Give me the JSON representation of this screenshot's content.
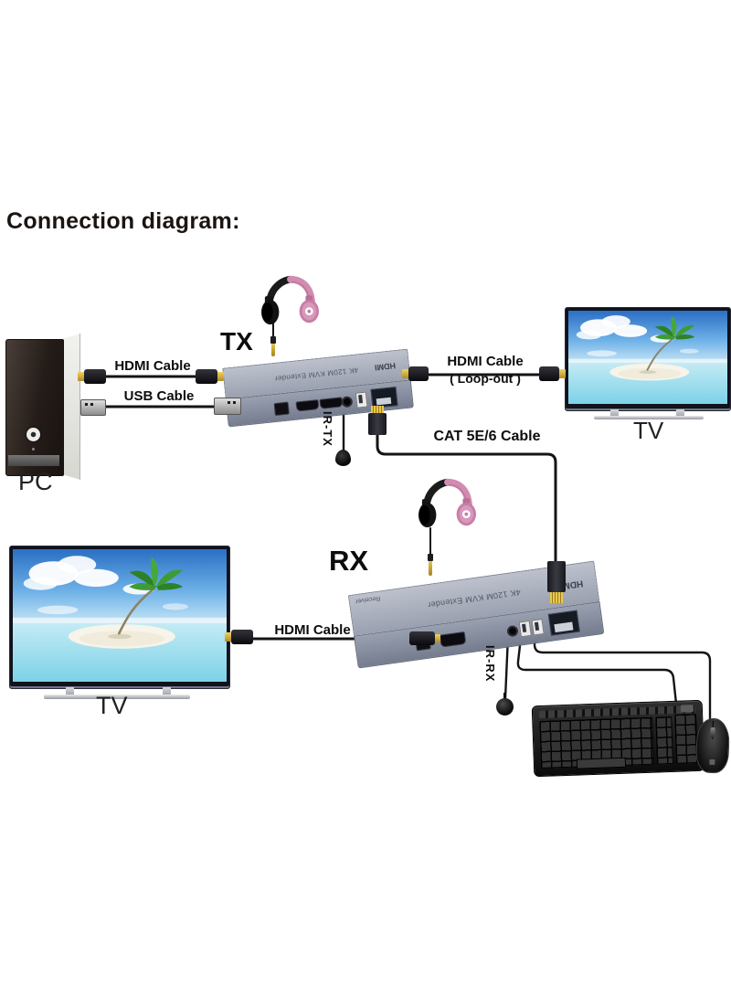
{
  "title": "Connection diagram:",
  "labels": {
    "tx": "TX",
    "rx": "RX",
    "pc": "PC",
    "tv_top": "TV",
    "tv_bottom": "TV",
    "ir_tx": "IR-TX",
    "ir_rx": "IR-RX"
  },
  "cables": {
    "hdmi_pc_tx": "HDMI Cable",
    "usb_pc_tx": "USB Cable",
    "hdmi_loopout": "HDMI Cable",
    "hdmi_loopout_sub": "( Loop-out )",
    "cat": "CAT 5E/6 Cable",
    "hdmi_rx_tv": "HDMI Cable"
  },
  "devices": {
    "extender_text": "4K 120M KVM Extender",
    "receiver_text": "Receiver",
    "hdmi_logo": "HDMI"
  },
  "colors": {
    "device_gray": "#9aa1b0",
    "headphone_pink": "#cf88ac",
    "connector_gold": "#c9a22b",
    "cable_black": "#141414",
    "sky_blue": "#2a6fc4",
    "sea_turquoise": "#7fd4ea"
  }
}
